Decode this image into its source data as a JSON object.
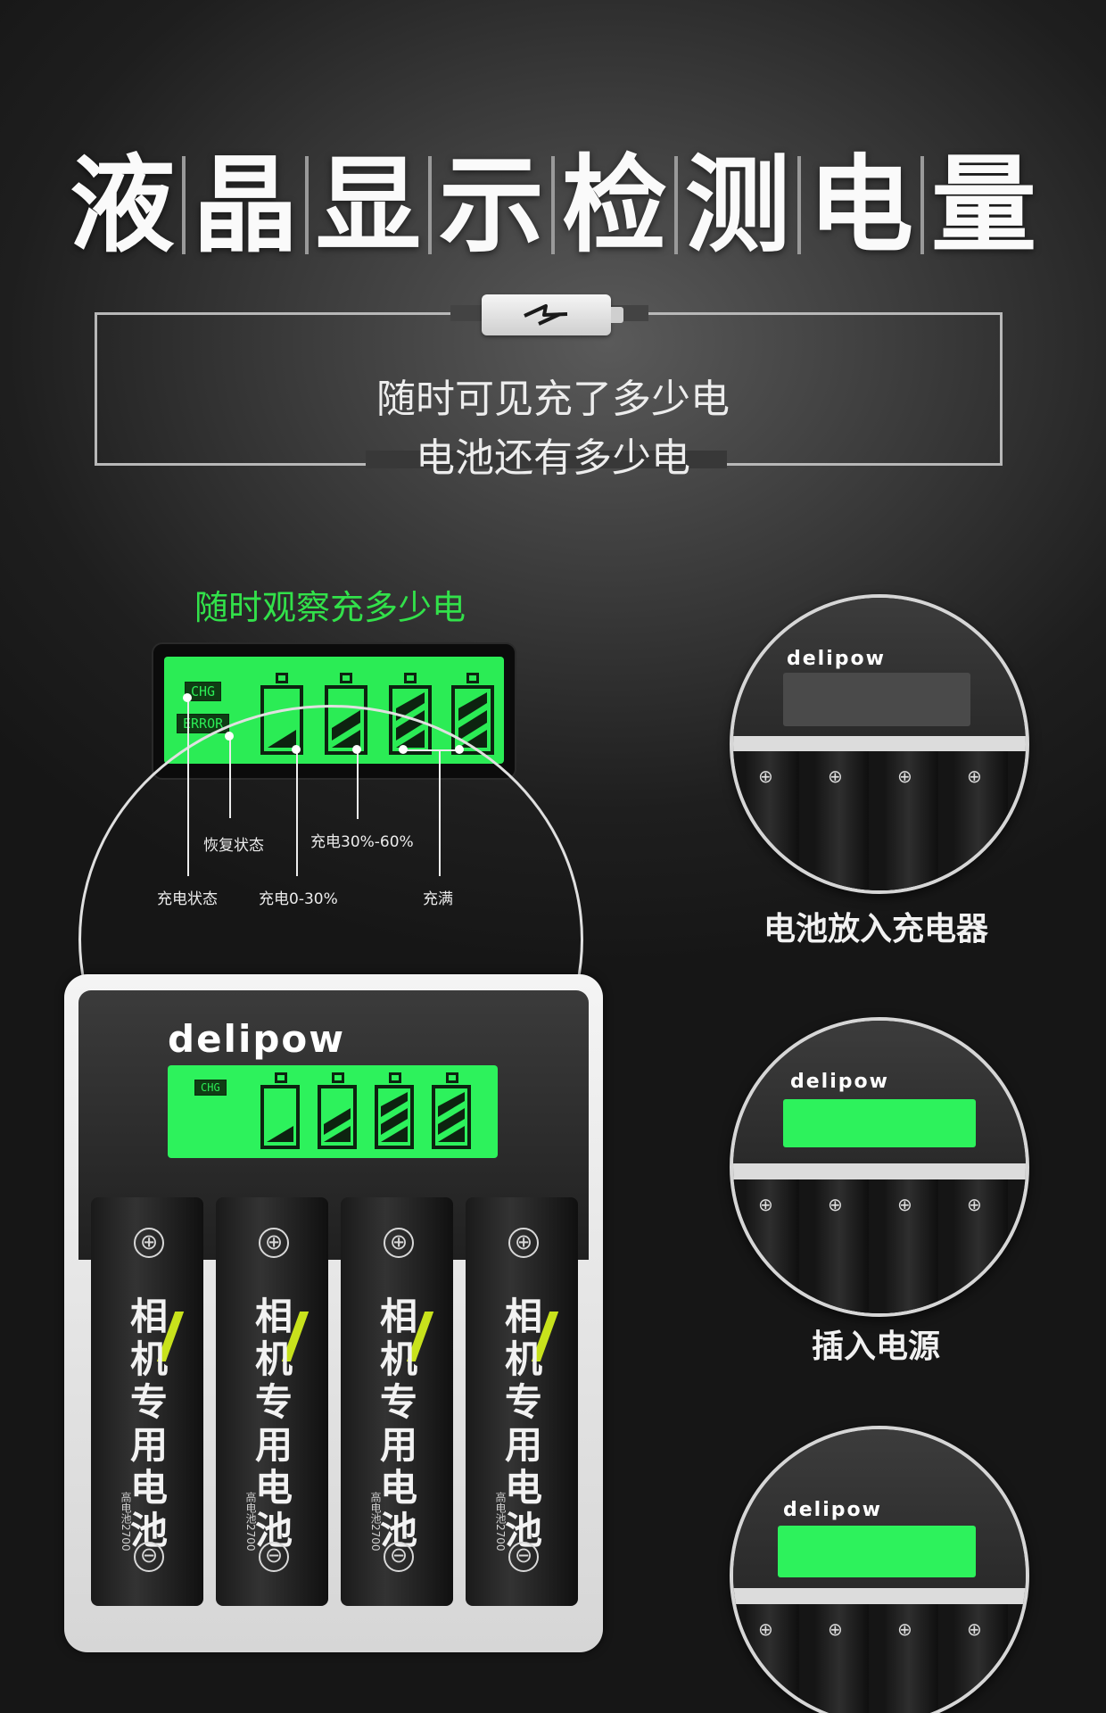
{
  "headline": [
    "液",
    "晶",
    "显",
    "示",
    "检",
    "测",
    "电",
    "量"
  ],
  "subtitle_line1": "随时可见充了多少电",
  "subtitle_line2": "电池还有多少电",
  "green_caption": "随时观察充多少电",
  "lcd_tags": {
    "chg": "CHG",
    "error": "ERROR"
  },
  "pointer_labels": {
    "restore": "恢复状态",
    "charge_30_60": "充电30%-60%",
    "charging_state": "充电状态",
    "charge_0_30": "充电0-30%",
    "full": "充满"
  },
  "brand": "delipow",
  "charger_lcd_tag": "CHG",
  "battery_cells": [
    {
      "plus": "⊕",
      "text": "相机专用电池",
      "capacity": "高电池2700",
      "minus": "⊖"
    },
    {
      "plus": "⊕",
      "text": "相机专用电池",
      "capacity": "高电池2700",
      "minus": "⊖"
    },
    {
      "plus": "⊕",
      "text": "相机专用电池",
      "capacity": "高电池2700",
      "minus": "⊖"
    },
    {
      "plus": "⊕",
      "text": "相机专用电池",
      "capacity": "高电池2700",
      "minus": "⊖"
    }
  ],
  "step_captions": [
    "电池放入充电器",
    "插入电源"
  ],
  "colors": {
    "accent_green": "#2bec55",
    "caption_green": "#32e14a",
    "background": "#2a2a2a"
  }
}
